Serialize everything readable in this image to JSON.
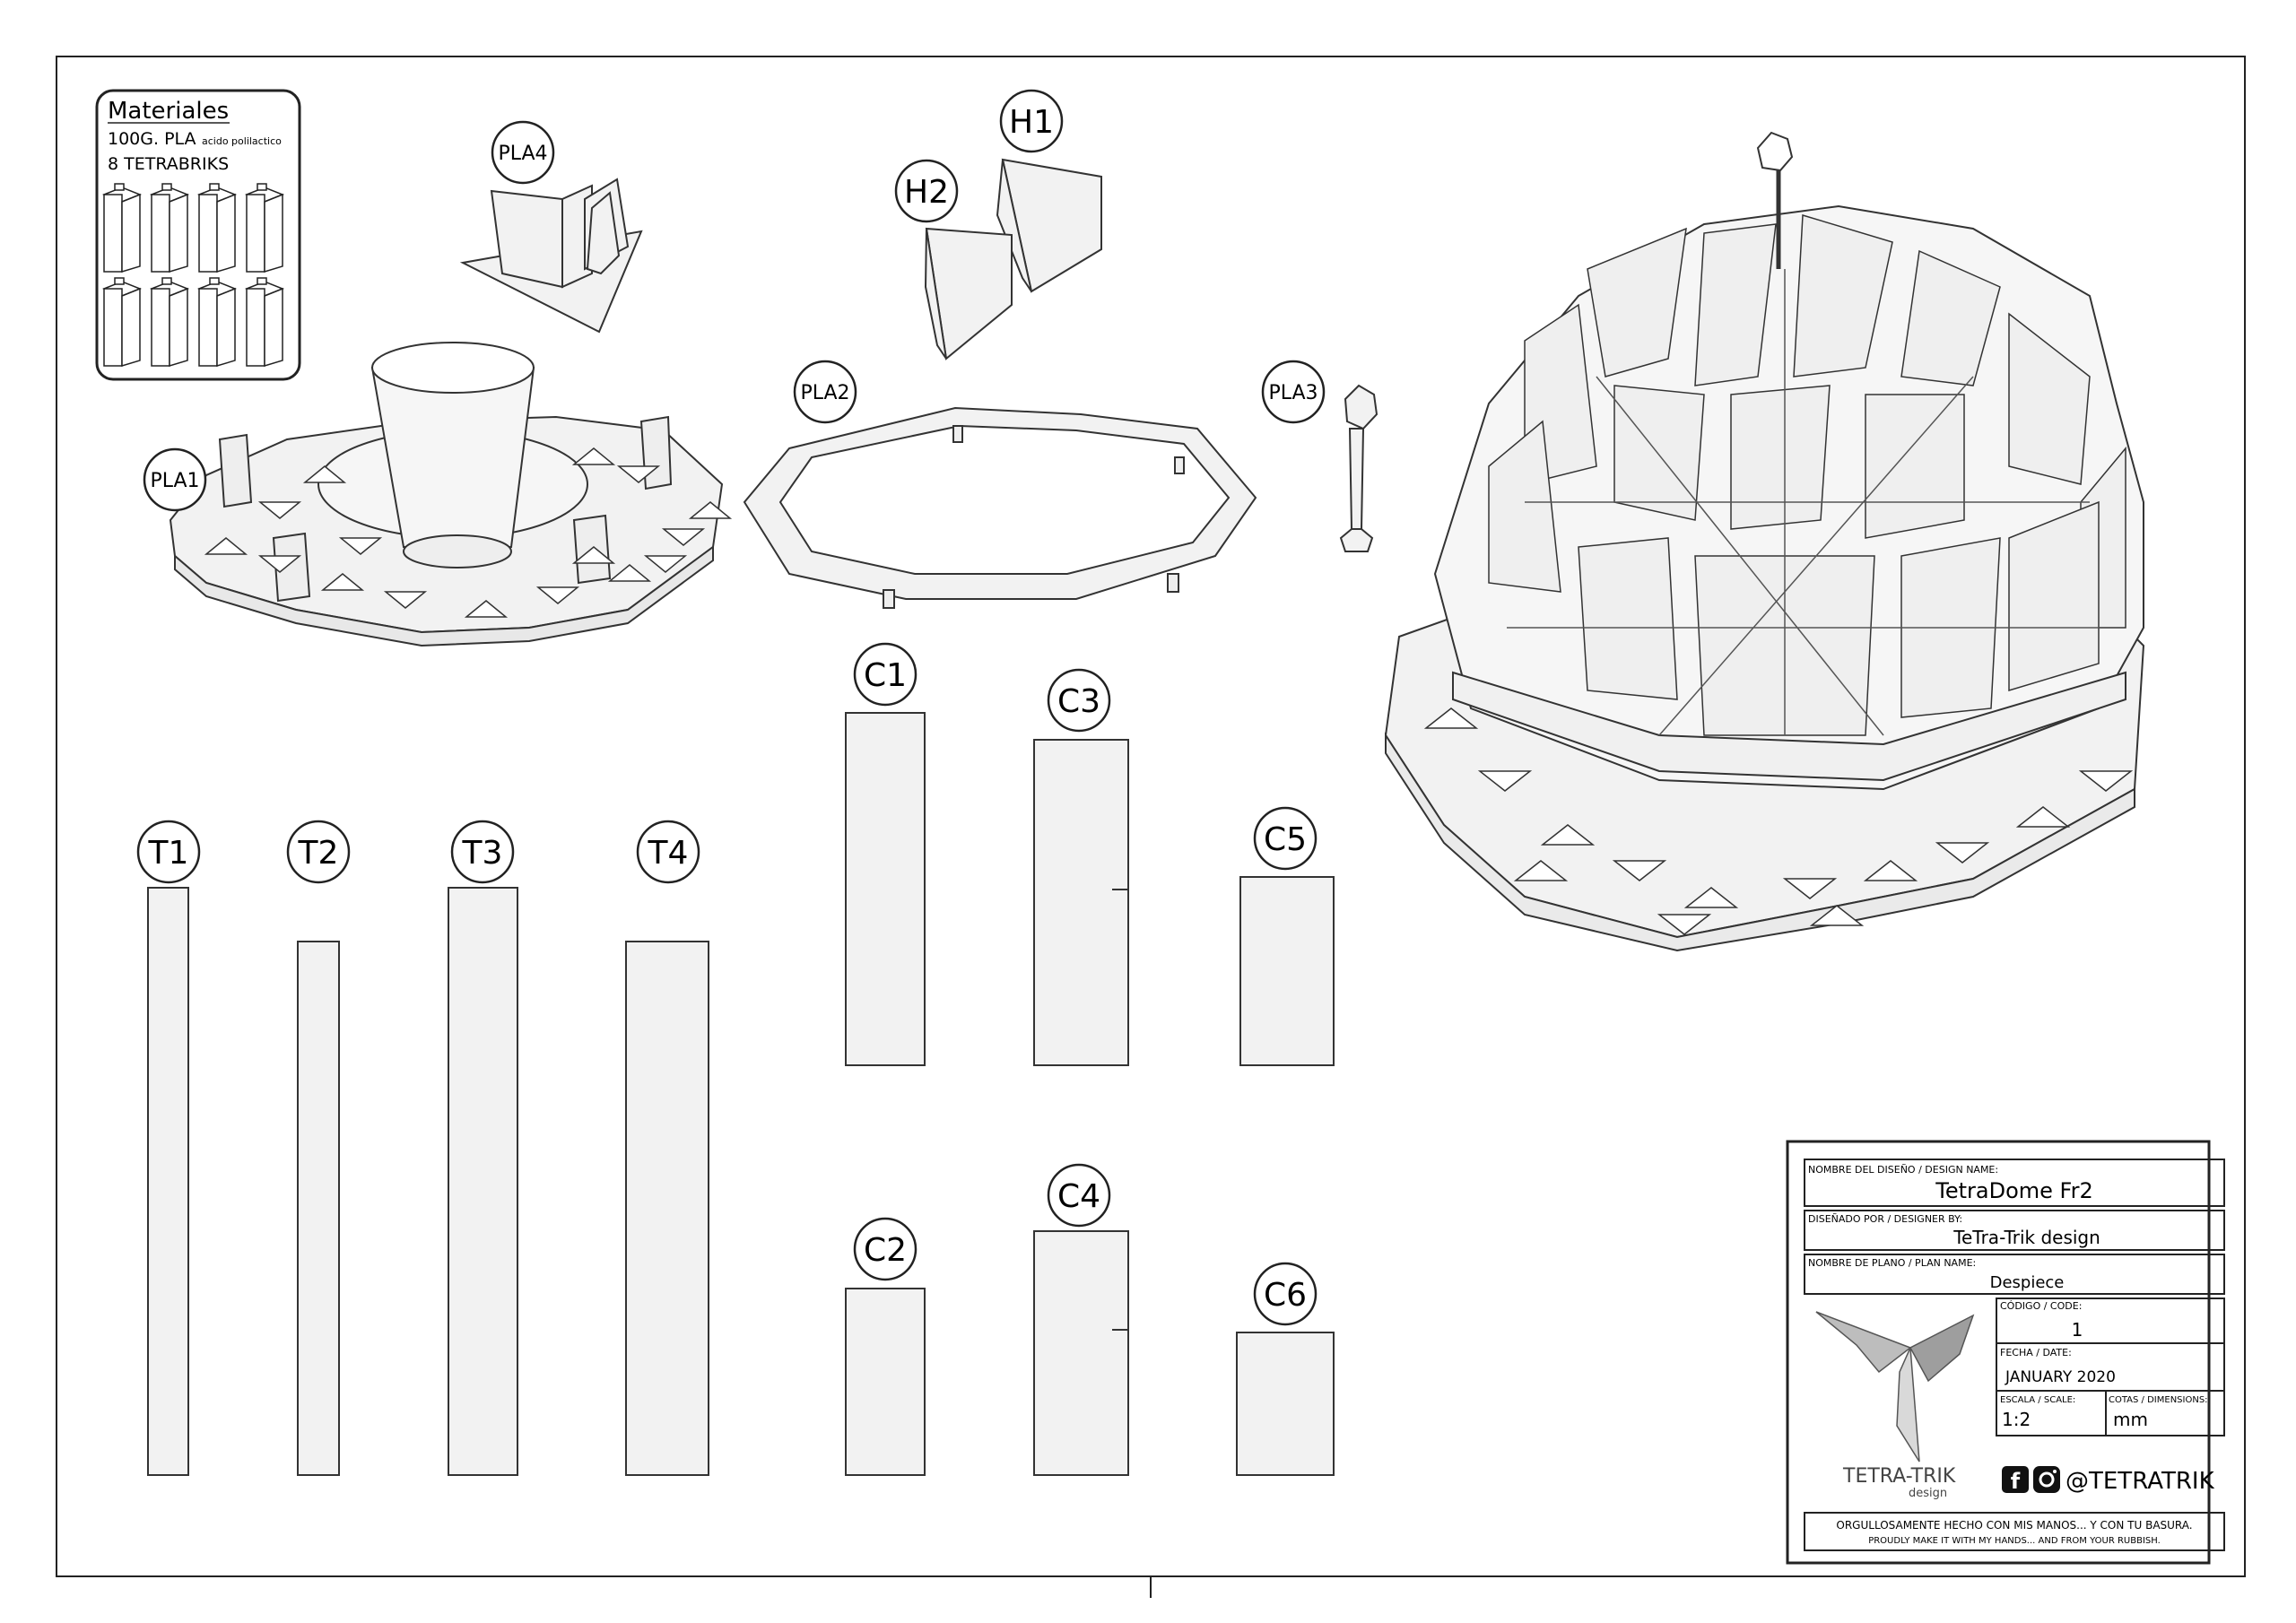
{
  "materials": {
    "title": "Materiales",
    "line1_main": "100G. PLA",
    "line1_note": "acido polilactico",
    "line2": "8 TETRABRIKS"
  },
  "labels": {
    "pla1": "PLA1",
    "pla2": "PLA2",
    "pla3": "PLA3",
    "pla4": "PLA4",
    "h1": "H1",
    "h2": "H2",
    "t1": "T1",
    "t2": "T2",
    "t3": "T3",
    "t4": "T4",
    "c1": "C1",
    "c2": "C2",
    "c3": "C3",
    "c4": "C4",
    "c5": "C5",
    "c6": "C6"
  },
  "title_block": {
    "design_name_label": "NOMBRE DEL DISEÑO / DESIGN NAME:",
    "design_name": "TetraDome Fr2",
    "designer_label": "DISEÑADO POR / DESIGNER BY:",
    "designer": "TeTra-Trik design",
    "plan_label": "NOMBRE DE PLANO / PLAN NAME:",
    "plan_name": "Despiece",
    "code_label": "CÓDIGO / CODE:",
    "code": "1",
    "date_label": "FECHA / DATE:",
    "date": "JANUARY 2020",
    "scale_label": "ESCALA / SCALE:",
    "scale": "1:2",
    "dims_label": "COTAS / DIMENSIONS:",
    "dims": "mm",
    "logo_text_main": "TETRA-TRIK",
    "logo_text_sub": "design",
    "social_handle": "@TETRATRIK",
    "footer_es": "ORGULLOSAMENTE HECHO CON MIS MANOS... Y CON TU BASURA.",
    "footer_en": "PROUDLY MAKE IT WITH MY HANDS... AND FROM YOUR RUBBISH."
  }
}
